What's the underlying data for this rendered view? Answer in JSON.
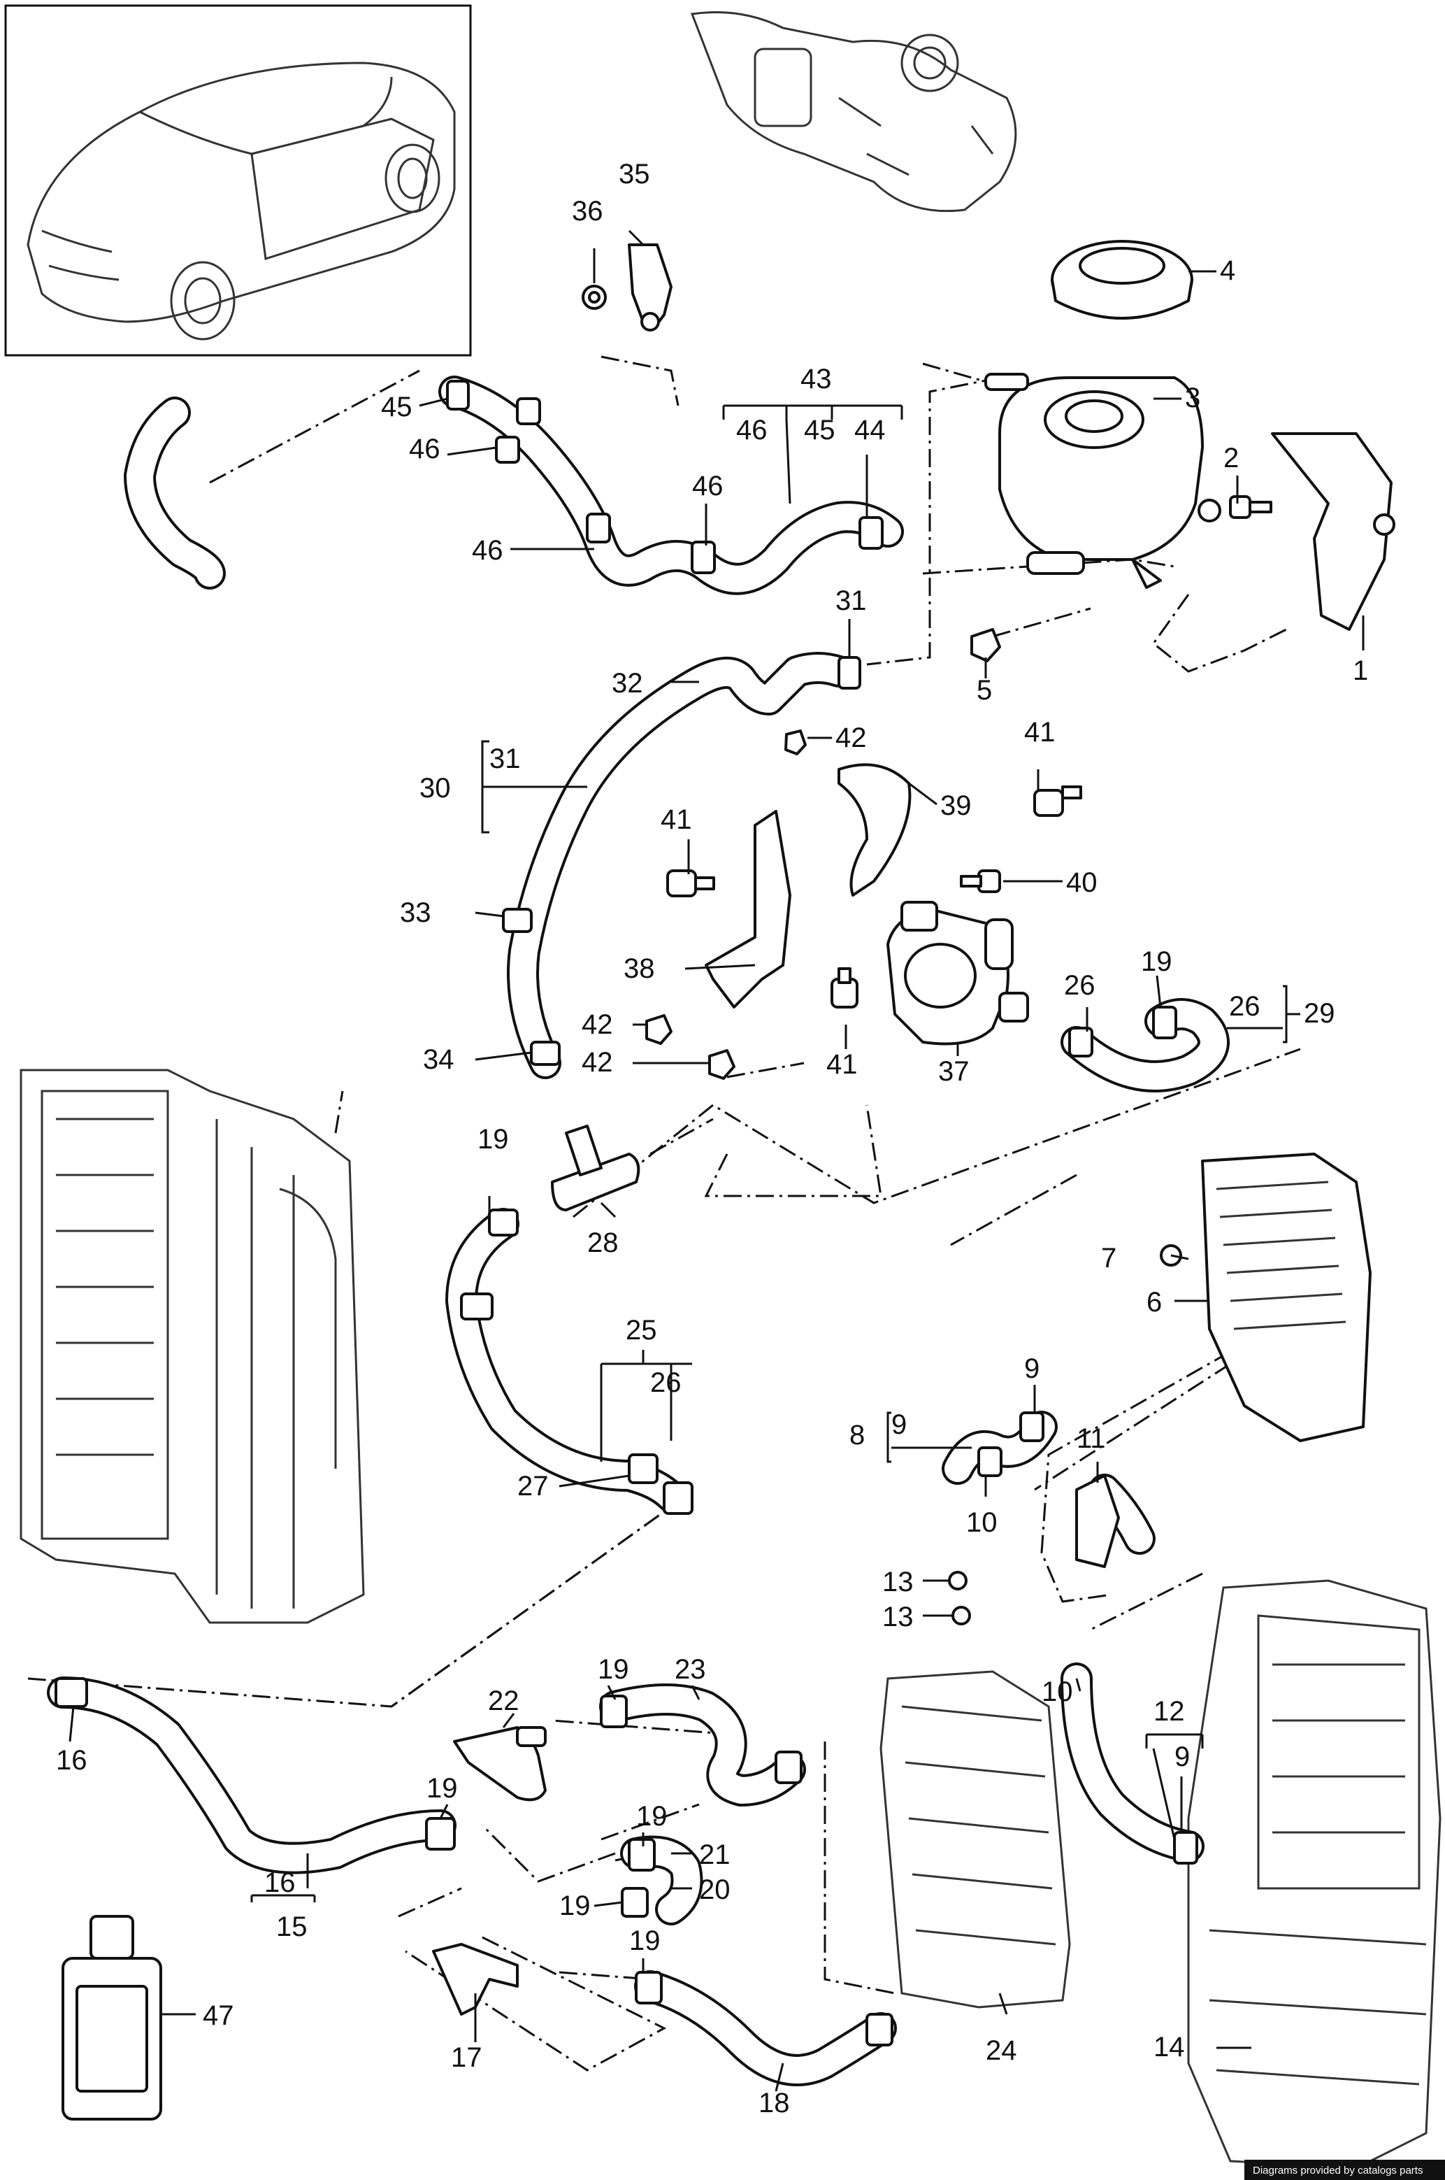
{
  "footer": {
    "credit": "Diagrams provided by catalogs parts"
  },
  "labels": {
    "c1": "1",
    "c2": "2",
    "c3": "3",
    "c4": "4",
    "c5": "5",
    "c6": "6",
    "c7": "7",
    "c8": "8",
    "c9a": "9",
    "c9b": "9",
    "c9c": "9",
    "c10a": "10",
    "c10b": "10",
    "c11": "11",
    "c12": "12",
    "c13a": "13",
    "c13b": "13",
    "c14": "14",
    "c15": "15",
    "c16a": "16",
    "c16b": "16",
    "c17": "17",
    "c18": "18",
    "c19a": "19",
    "c19b": "19",
    "c19c": "19",
    "c19d": "19",
    "c19e": "19",
    "c19f": "19",
    "c19g": "19",
    "c20": "20",
    "c21": "21",
    "c22": "22",
    "c23": "23",
    "c24": "24",
    "c25": "25",
    "c26a": "26",
    "c26b": "26",
    "c26c": "26",
    "c27": "27",
    "c28": "28",
    "c29": "29",
    "c30": "30",
    "c31a": "31",
    "c31b": "31",
    "c32": "32",
    "c33": "33",
    "c34": "34",
    "c35": "35",
    "c36": "36",
    "c37": "37",
    "c38": "38",
    "c39": "39",
    "c40": "40",
    "c41a": "41",
    "c41b": "41",
    "c41c": "41",
    "c42a": "42",
    "c42b": "42",
    "c42c": "42",
    "c43": "43",
    "c44": "44",
    "c45a": "45",
    "c45b": "45",
    "c46a": "46",
    "c46b": "46",
    "c46c": "46",
    "c46d": "46",
    "c47": "47"
  }
}
